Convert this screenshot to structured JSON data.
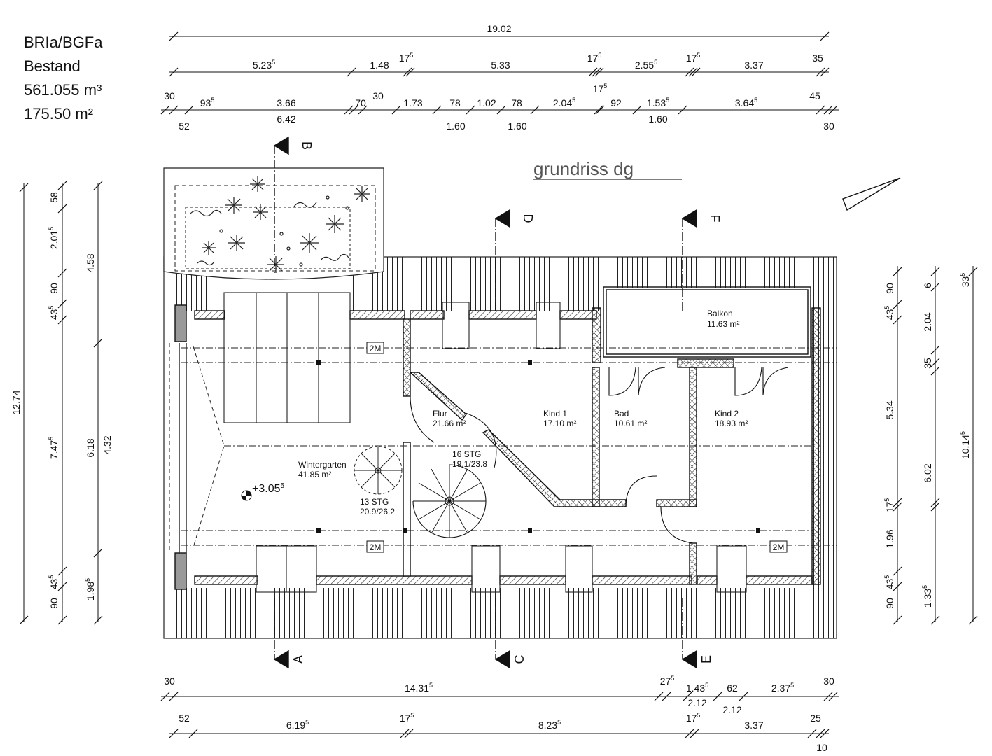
{
  "info": {
    "line1": "BRIa/BGFa",
    "line2": "Bestand",
    "line3": "561.055 m³",
    "line4": "175.50 m²"
  },
  "title": "grundriss dg",
  "rooms": {
    "balkon": {
      "name": "Balkon",
      "area": "11.63 m²"
    },
    "flur": {
      "name": "Flur",
      "area": "21.66 m²"
    },
    "kind1": {
      "name": "Kind 1",
      "area": "17.10 m²"
    },
    "bad": {
      "name": "Bad",
      "area": "10.61 m²"
    },
    "kind2": {
      "name": "Kind 2",
      "area": "18.93 m²"
    },
    "wintergarten": {
      "name": "Wintergarten",
      "area": "41.85 m²"
    }
  },
  "stairs": {
    "stair16": {
      "label": "16 STG",
      "ratio": "19.1/23.8"
    },
    "stair13": {
      "label": "13 STG",
      "ratio": "20.9/26.2"
    }
  },
  "level": "+3.05",
  "level_sup": "5",
  "marks": {
    "two_m": "2M"
  },
  "sections": [
    "A",
    "B",
    "C",
    "D",
    "E",
    "F"
  ],
  "dims": {
    "overall": "19.02",
    "row2": [
      {
        "v": "5.23",
        "s": "5"
      },
      {
        "v": "1.48",
        "s": ""
      },
      {
        "v": "17",
        "s": "5"
      },
      {
        "v": "5.33",
        "s": ""
      },
      {
        "v": "17",
        "s": "5"
      },
      {
        "v": "2.55",
        "s": "5"
      },
      {
        "v": "17",
        "s": "5"
      },
      {
        "v": "3.37",
        "s": ""
      },
      {
        "v": "35",
        "s": ""
      }
    ],
    "row3": [
      {
        "v": "30",
        "s": ""
      },
      {
        "v": "93",
        "s": "5"
      },
      {
        "v": "3.66",
        "s": ""
      },
      {
        "v": "70",
        "s": ""
      },
      {
        "v": "30",
        "s": ""
      },
      {
        "v": "1.73",
        "s": ""
      },
      {
        "v": "78",
        "s": ""
      },
      {
        "v": "1.02",
        "s": ""
      },
      {
        "v": "78",
        "s": ""
      },
      {
        "v": "2.04",
        "s": "5"
      },
      {
        "v": "17",
        "s": "5"
      },
      {
        "v": "92",
        "s": ""
      },
      {
        "v": "1.53",
        "s": "5"
      },
      {
        "v": "3.64",
        "s": "5"
      },
      {
        "v": "45",
        "s": ""
      }
    ],
    "row3_below": [
      {
        "v": "52",
        "s": ""
      },
      {
        "v": "6.42",
        "s": ""
      },
      {
        "v": "1.60",
        "s": ""
      },
      {
        "v": "1.60",
        "s": ""
      },
      {
        "v": "1.60",
        "s": ""
      },
      {
        "v": "30",
        "s": ""
      }
    ],
    "bottom1": [
      {
        "v": "30",
        "s": ""
      },
      {
        "v": "14.31",
        "s": "5"
      },
      {
        "v": "27",
        "s": "5"
      },
      {
        "v": "1.43",
        "s": "5"
      },
      {
        "v": "62",
        "s": ""
      },
      {
        "v": "2.37",
        "s": "5"
      },
      {
        "v": "30",
        "s": ""
      },
      {
        "v": "2.12",
        "s": ""
      },
      {
        "v": "2.12",
        "s": ""
      }
    ],
    "bottom2": [
      {
        "v": "52",
        "s": ""
      },
      {
        "v": "6.19",
        "s": "5"
      },
      {
        "v": "17",
        "s": "5"
      },
      {
        "v": "8.23",
        "s": "5"
      },
      {
        "v": "17",
        "s": "5"
      },
      {
        "v": "3.37",
        "s": ""
      },
      {
        "v": "25",
        "s": ""
      },
      {
        "v": "10",
        "s": ""
      }
    ],
    "left1": [
      {
        "v": "12.74",
        "s": ""
      }
    ],
    "left2": [
      {
        "v": "58",
        "s": ""
      },
      {
        "v": "2.01",
        "s": "5"
      },
      {
        "v": "90",
        "s": ""
      },
      {
        "v": "43",
        "s": "5"
      },
      {
        "v": "7.47",
        "s": "5"
      },
      {
        "v": "43",
        "s": "5"
      },
      {
        "v": "90",
        "s": ""
      }
    ],
    "left3": [
      {
        "v": "4.58",
        "s": ""
      },
      {
        "v": "6.18",
        "s": ""
      },
      {
        "v": "4.32",
        "s": ""
      },
      {
        "v": "1.98",
        "s": "5"
      }
    ],
    "right1": [
      {
        "v": "90",
        "s": ""
      },
      {
        "v": "43",
        "s": "5"
      },
      {
        "v": "5.34",
        "s": ""
      },
      {
        "v": "17",
        "s": "5"
      },
      {
        "v": "1.96",
        "s": ""
      },
      {
        "v": "43",
        "s": "5"
      },
      {
        "v": "90",
        "s": ""
      }
    ],
    "right2": [
      {
        "v": "6",
        "s": ""
      },
      {
        "v": "2.04",
        "s": ""
      },
      {
        "v": "35",
        "s": ""
      },
      {
        "v": "6.02",
        "s": ""
      },
      {
        "v": "1.33",
        "s": "5"
      }
    ],
    "right3": [
      {
        "v": "33",
        "s": "5"
      },
      {
        "v": "10.14",
        "s": "5"
      }
    ]
  }
}
